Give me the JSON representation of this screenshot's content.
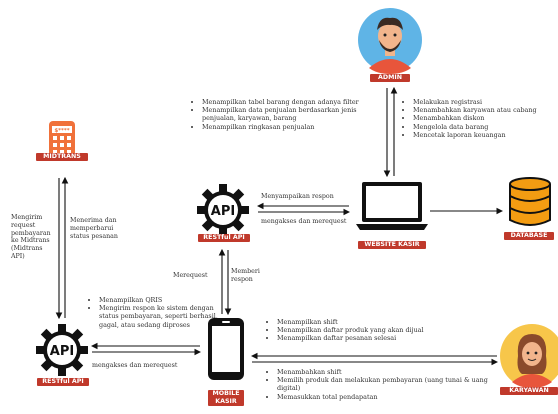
{
  "nodes": {
    "admin": "ADMIN",
    "midtrans": "MIDTRANS",
    "restful_api_top": "RESTful API",
    "website_kasir": "WEBSITE KASIR",
    "database": "DATABASE",
    "restful_api_bottom": "RESTful API",
    "mobile_kasir_1": "MOBILE",
    "mobile_kasir_2": "KASIR",
    "karyawan": "KARYAWAN"
  },
  "admin_left_list": [
    "Menampilkan tabel barang dengan adanya filter",
    "Menampilkan data penjualan berdasarkan jenis penjualan, karyawan, barang",
    "Menampilkan ringkasan penjualan"
  ],
  "admin_right_list": [
    "Melakukan registrasi",
    "Menambahkan karyawan atau cabang",
    "Menambahkan diskon",
    "Mengelola data barang",
    "Mencetak laporan keuangan"
  ],
  "api_website": {
    "top": "Menyampaikan respon",
    "bottom": "mengakses dan merequest"
  },
  "midtrans_left": "Mengirim request pembayaran ke Midtrans (Midtrans API)",
  "midtrans_right": "Menerima dan memperbarui status pesanan",
  "api_mobile": {
    "request": "Merequest",
    "response": "Memberi respon"
  },
  "mobile_api_list": [
    "Menampilkan QRIS",
    "Mengirim respon ke sistem dengan status pembayaran, seperti berhasil, gagal, atau sedang diproses"
  ],
  "mobile_api_bottom": "mengakses dan merequest",
  "mobile_top_list": [
    "Menampilkan shift",
    "Menampilkan daftar produk yang akan dijual",
    "Menampilkan daftar pesanan selesai"
  ],
  "mobile_bottom_list": [
    "Menambahkan shift",
    "Memilih produk dan melakukan pembayaran (uang tunai & uang digital)",
    "Memasukkan total pendapatan"
  ],
  "colors": {
    "label_red": "#c0392b",
    "avatar_blue": "#5fb4e6",
    "karyawan_yellow": "#f7c64a",
    "database_orange": "#f39c12",
    "midtrans_orange": "#f0713a"
  }
}
